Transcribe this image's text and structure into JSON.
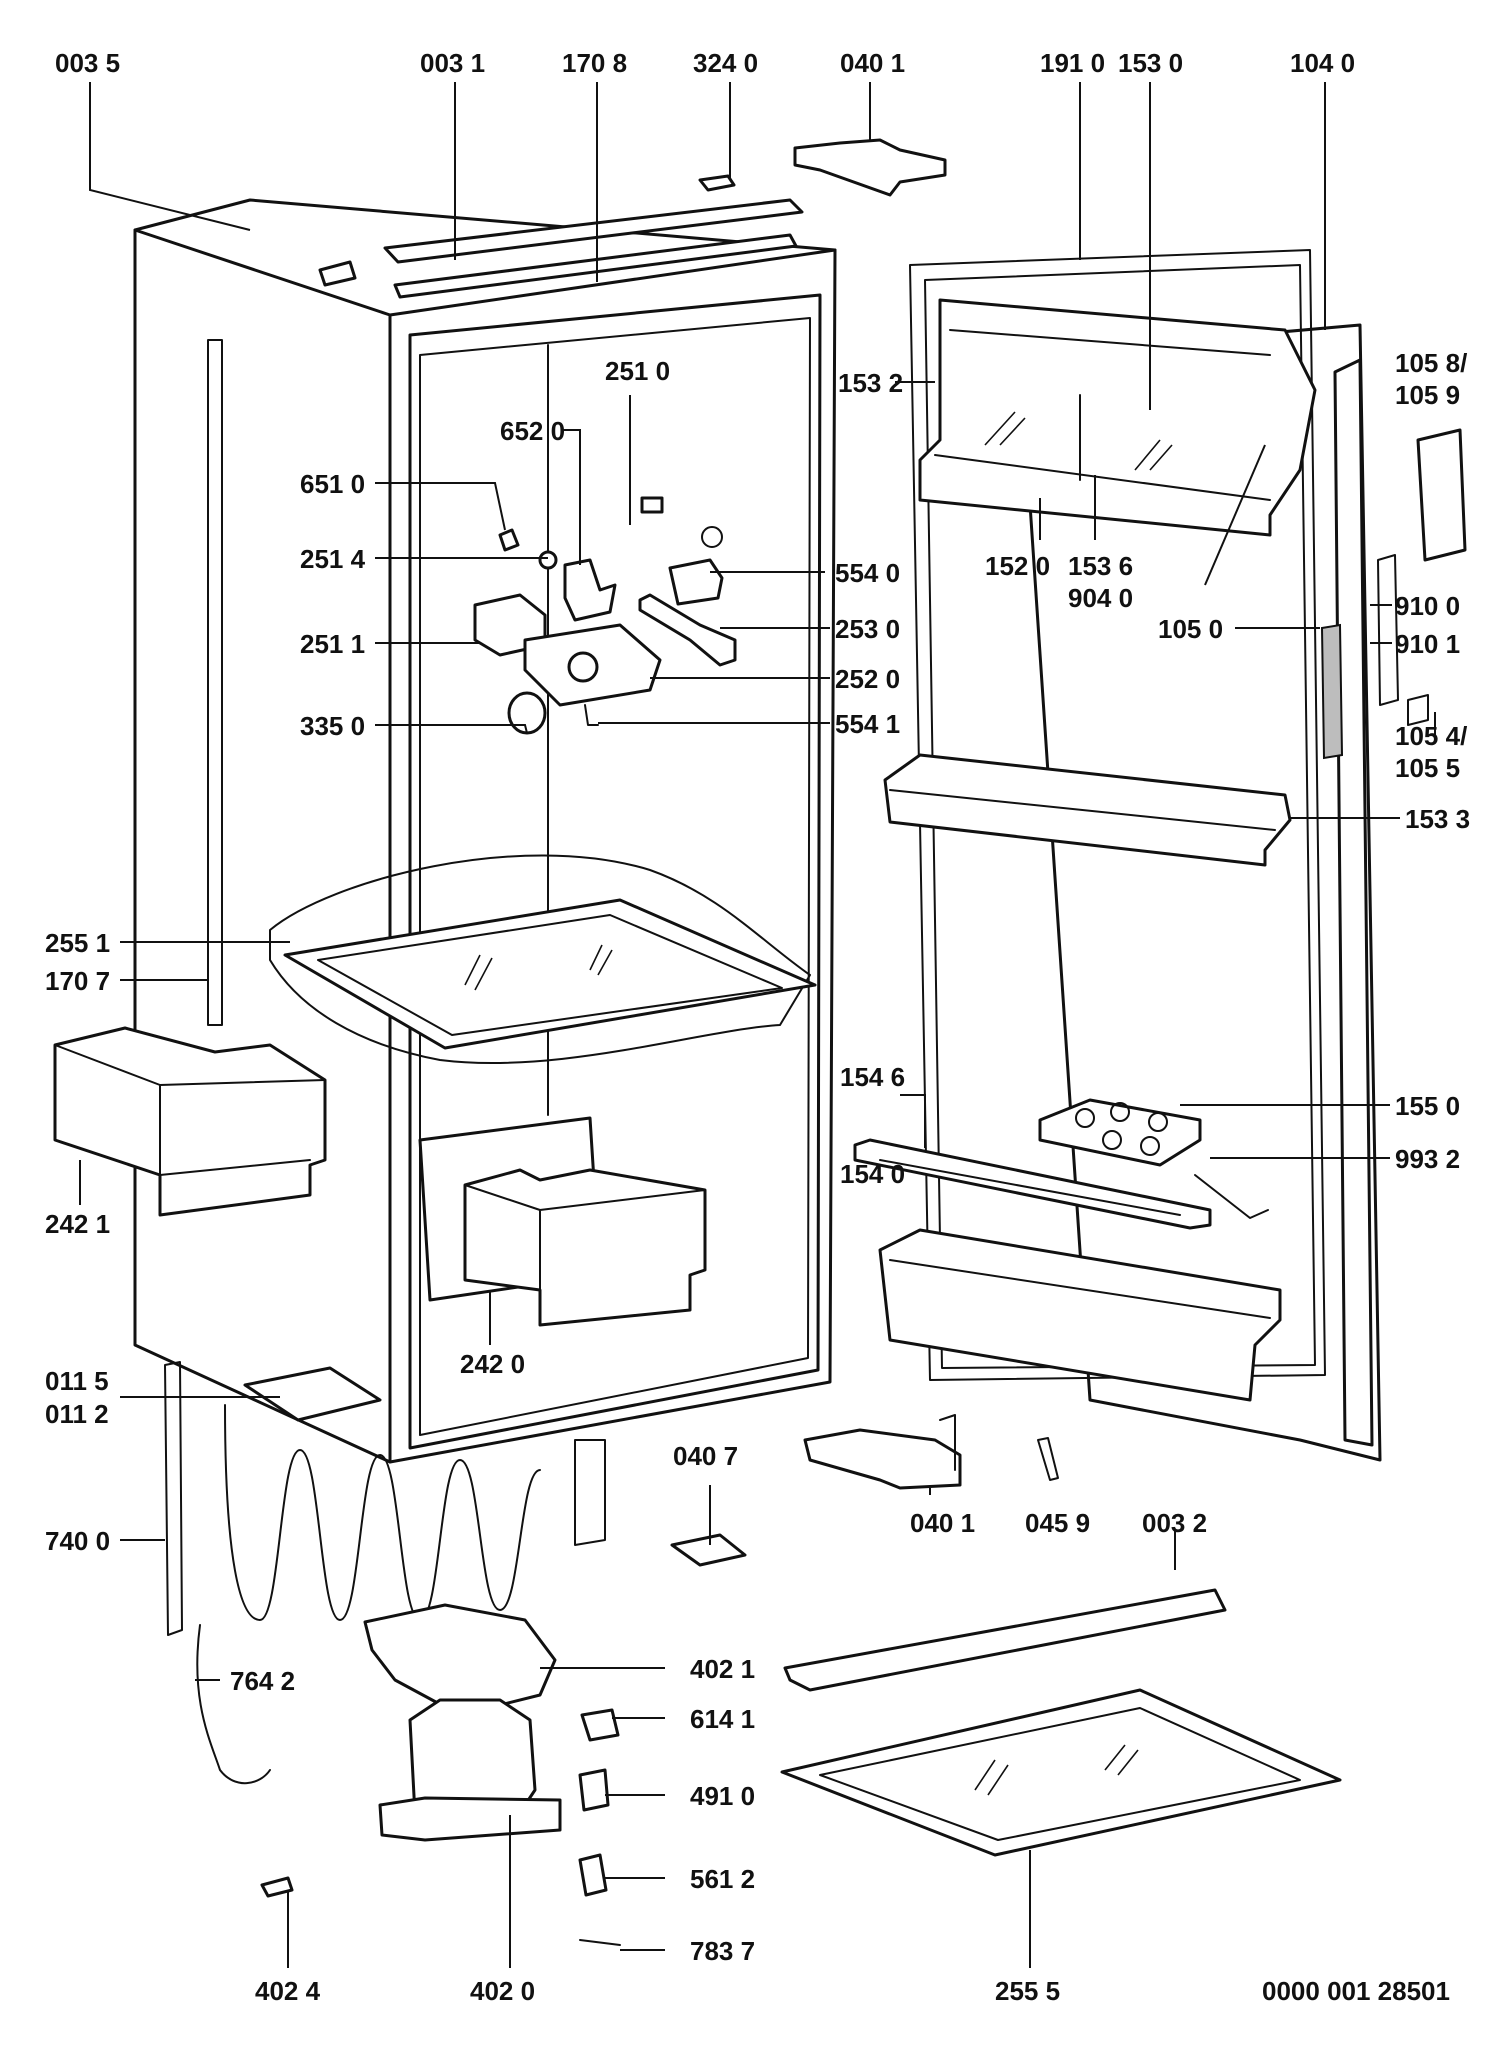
{
  "diagram": {
    "reference_number": "0000 001 28501",
    "parts": [
      {
        "id": "p-0035",
        "number": "003 5"
      },
      {
        "id": "p-0031",
        "number": "003 1"
      },
      {
        "id": "p-1708",
        "number": "170 8"
      },
      {
        "id": "p-3240",
        "number": "324 0"
      },
      {
        "id": "p-0401-top",
        "number": "040 1"
      },
      {
        "id": "p-1910",
        "number": "191 0"
      },
      {
        "id": "p-1530",
        "number": "153 0"
      },
      {
        "id": "p-1040",
        "number": "104 0"
      },
      {
        "id": "p-1058",
        "number": "105 8/"
      },
      {
        "id": "p-1059",
        "number": "105 9"
      },
      {
        "id": "p-2510",
        "number": "251 0"
      },
      {
        "id": "p-1532",
        "number": "153 2"
      },
      {
        "id": "p-6520",
        "number": "652 0"
      },
      {
        "id": "p-6510",
        "number": "651 0"
      },
      {
        "id": "p-2514",
        "number": "251 4"
      },
      {
        "id": "p-5540",
        "number": "554 0"
      },
      {
        "id": "p-1520",
        "number": "152 0"
      },
      {
        "id": "p-1536",
        "number": "153 6"
      },
      {
        "id": "p-9040",
        "number": "904 0"
      },
      {
        "id": "p-9100",
        "number": "910 0"
      },
      {
        "id": "p-2511",
        "number": "251 1"
      },
      {
        "id": "p-2530",
        "number": "253 0"
      },
      {
        "id": "p-1050",
        "number": "105 0"
      },
      {
        "id": "p-9101",
        "number": "910 1"
      },
      {
        "id": "p-2520",
        "number": "252 0"
      },
      {
        "id": "p-3350",
        "number": "335 0"
      },
      {
        "id": "p-5541",
        "number": "554 1"
      },
      {
        "id": "p-1054",
        "number": "105 4/"
      },
      {
        "id": "p-1055",
        "number": "105 5"
      },
      {
        "id": "p-1533",
        "number": "153 3"
      },
      {
        "id": "p-2551",
        "number": "255 1"
      },
      {
        "id": "p-1707",
        "number": "170 7"
      },
      {
        "id": "p-1546",
        "number": "154 6"
      },
      {
        "id": "p-1550",
        "number": "155 0"
      },
      {
        "id": "p-9932",
        "number": "993 2"
      },
      {
        "id": "p-1540",
        "number": "154 0"
      },
      {
        "id": "p-2421",
        "number": "242 1"
      },
      {
        "id": "p-2420",
        "number": "242 0"
      },
      {
        "id": "p-0115",
        "number": "011 5"
      },
      {
        "id": "p-0112",
        "number": "011 2"
      },
      {
        "id": "p-0407",
        "number": "040 7"
      },
      {
        "id": "p-0401-bottom",
        "number": "040 1"
      },
      {
        "id": "p-0459",
        "number": "045 9"
      },
      {
        "id": "p-0032",
        "number": "003 2"
      },
      {
        "id": "p-7400",
        "number": "740 0"
      },
      {
        "id": "p-4021",
        "number": "402 1"
      },
      {
        "id": "p-7642",
        "number": "764 2"
      },
      {
        "id": "p-6141",
        "number": "614 1"
      },
      {
        "id": "p-4910",
        "number": "491 0"
      },
      {
        "id": "p-5612",
        "number": "561 2"
      },
      {
        "id": "p-7837",
        "number": "783 7"
      },
      {
        "id": "p-4024",
        "number": "402 4"
      },
      {
        "id": "p-4020",
        "number": "402 0"
      },
      {
        "id": "p-2555",
        "number": "255 5"
      }
    ]
  }
}
